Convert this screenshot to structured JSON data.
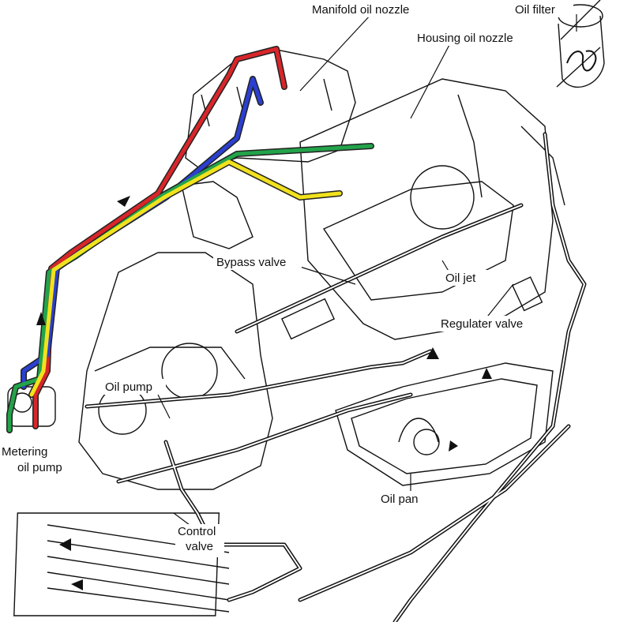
{
  "labels": {
    "manifold_oil_nozzle": "Manifold oil nozzle",
    "oil_filter": "Oil filter",
    "housing_oil_nozzle": "Housing oil nozzle",
    "bypass_valve": "Bypass valve",
    "oil_jet": "Oil jet",
    "regulater_valve": "Regulater valve",
    "oil_pump": "Oil pump",
    "metering_oil_pump_line1": "Metering",
    "metering_oil_pump_line2": "oil pump",
    "oil_pan": "Oil pan",
    "control_valve_line1": "Control",
    "control_valve_line2": "valve"
  },
  "colors": {
    "line_red": "#d8262a",
    "line_blue": "#2b3fd0",
    "line_green": "#23a34a",
    "line_yellow": "#f1e21d",
    "ink": "#111111"
  },
  "icons": {
    "flow_arrow": "arrow-icon",
    "filter_squiggle": "handwritten-mark"
  }
}
